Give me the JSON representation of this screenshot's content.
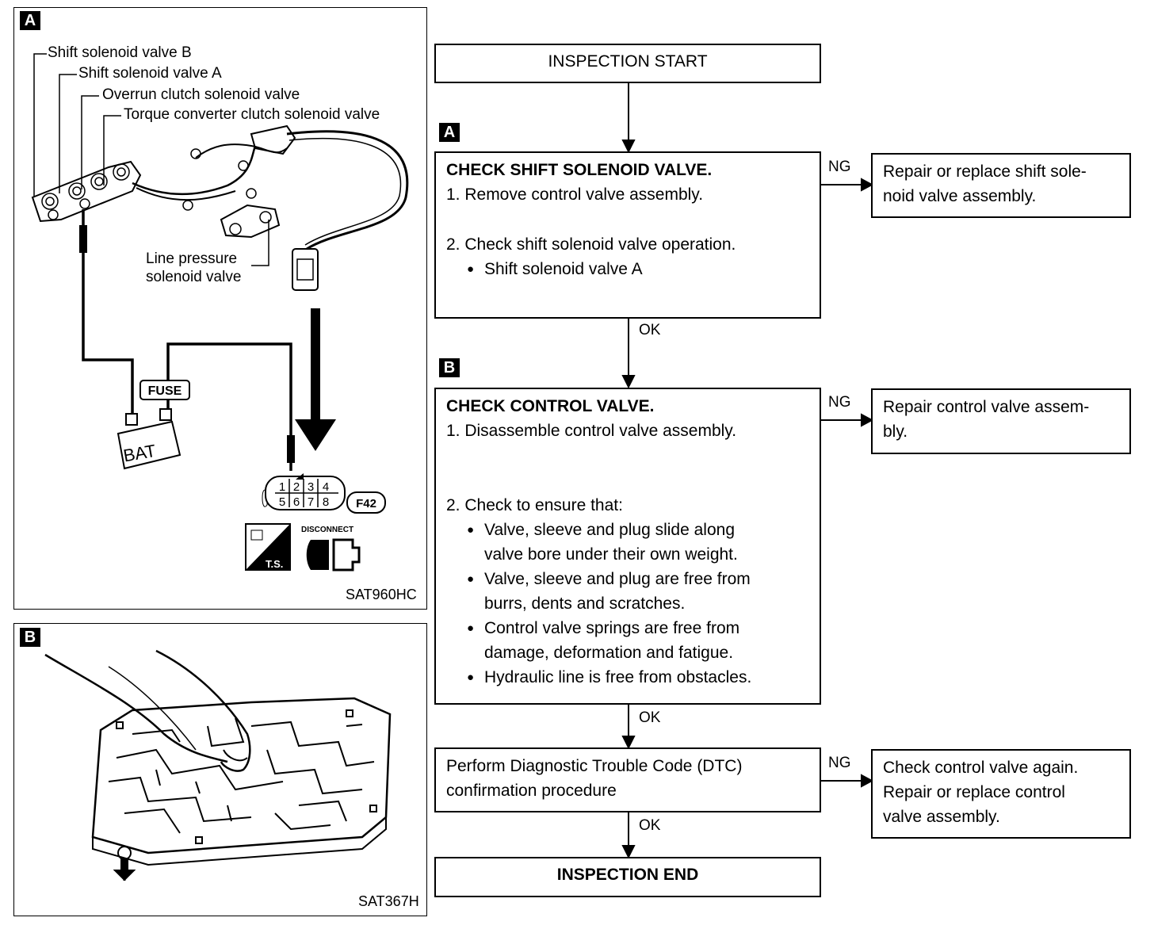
{
  "panel_a": {
    "badge": "A",
    "labels": {
      "shift_b": "Shift solenoid valve B",
      "shift_a": "Shift solenoid valve A",
      "overrun": "Overrun clutch solenoid valve",
      "torque": "Torque converter clutch solenoid valve",
      "line_pressure_1": "Line pressure",
      "line_pressure_2": "solenoid valve",
      "fuse": "FUSE",
      "bat": "BAT",
      "connector_id": "F42",
      "ts": "T.S.",
      "disconnect": "DISCONNECT",
      "pins": [
        "1",
        "2",
        "3",
        "4",
        "5",
        "6",
        "7",
        "8"
      ]
    },
    "code": "SAT960HC"
  },
  "panel_b": {
    "badge": "B",
    "code": "SAT367H"
  },
  "flow": {
    "start": "INSPECTION START",
    "step_a": {
      "badge": "A",
      "title": "CHECK SHIFT SOLENOID VALVE.",
      "line1": "1. Remove control valve assembly.",
      "line2": "2. Check shift solenoid valve operation.",
      "bullet1": "Shift solenoid valve A",
      "ng": "NG",
      "ng_action_1": "Repair or replace shift sole-",
      "ng_action_2": "noid valve assembly.",
      "ok": "OK"
    },
    "step_b": {
      "badge": "B",
      "title": "CHECK CONTROL VALVE.",
      "line1": "1. Disassemble control valve assembly.",
      "line2": "2. Check to ensure that:",
      "b1a": "Valve, sleeve and plug slide along",
      "b1b": "valve bore under their own weight.",
      "b2a": "Valve, sleeve and plug are free from",
      "b2b": "burrs, dents and scratches.",
      "b3a": "Control valve springs are free from",
      "b3b": "damage, deformation and fatigue.",
      "b4a": "Hydraulic line is free from obstacles.",
      "ng": "NG",
      "ng_action_1": "Repair control valve assem-",
      "ng_action_2": "bly.",
      "ok": "OK"
    },
    "step_dtc": {
      "line1": "Perform Diagnostic Trouble Code (DTC)",
      "line2": "confirmation procedure",
      "ng": "NG",
      "ng_action_1": "Check control valve again.",
      "ng_action_2": "Repair or replace control",
      "ng_action_3": "valve assembly.",
      "ok": "OK"
    },
    "end": "INSPECTION END"
  }
}
